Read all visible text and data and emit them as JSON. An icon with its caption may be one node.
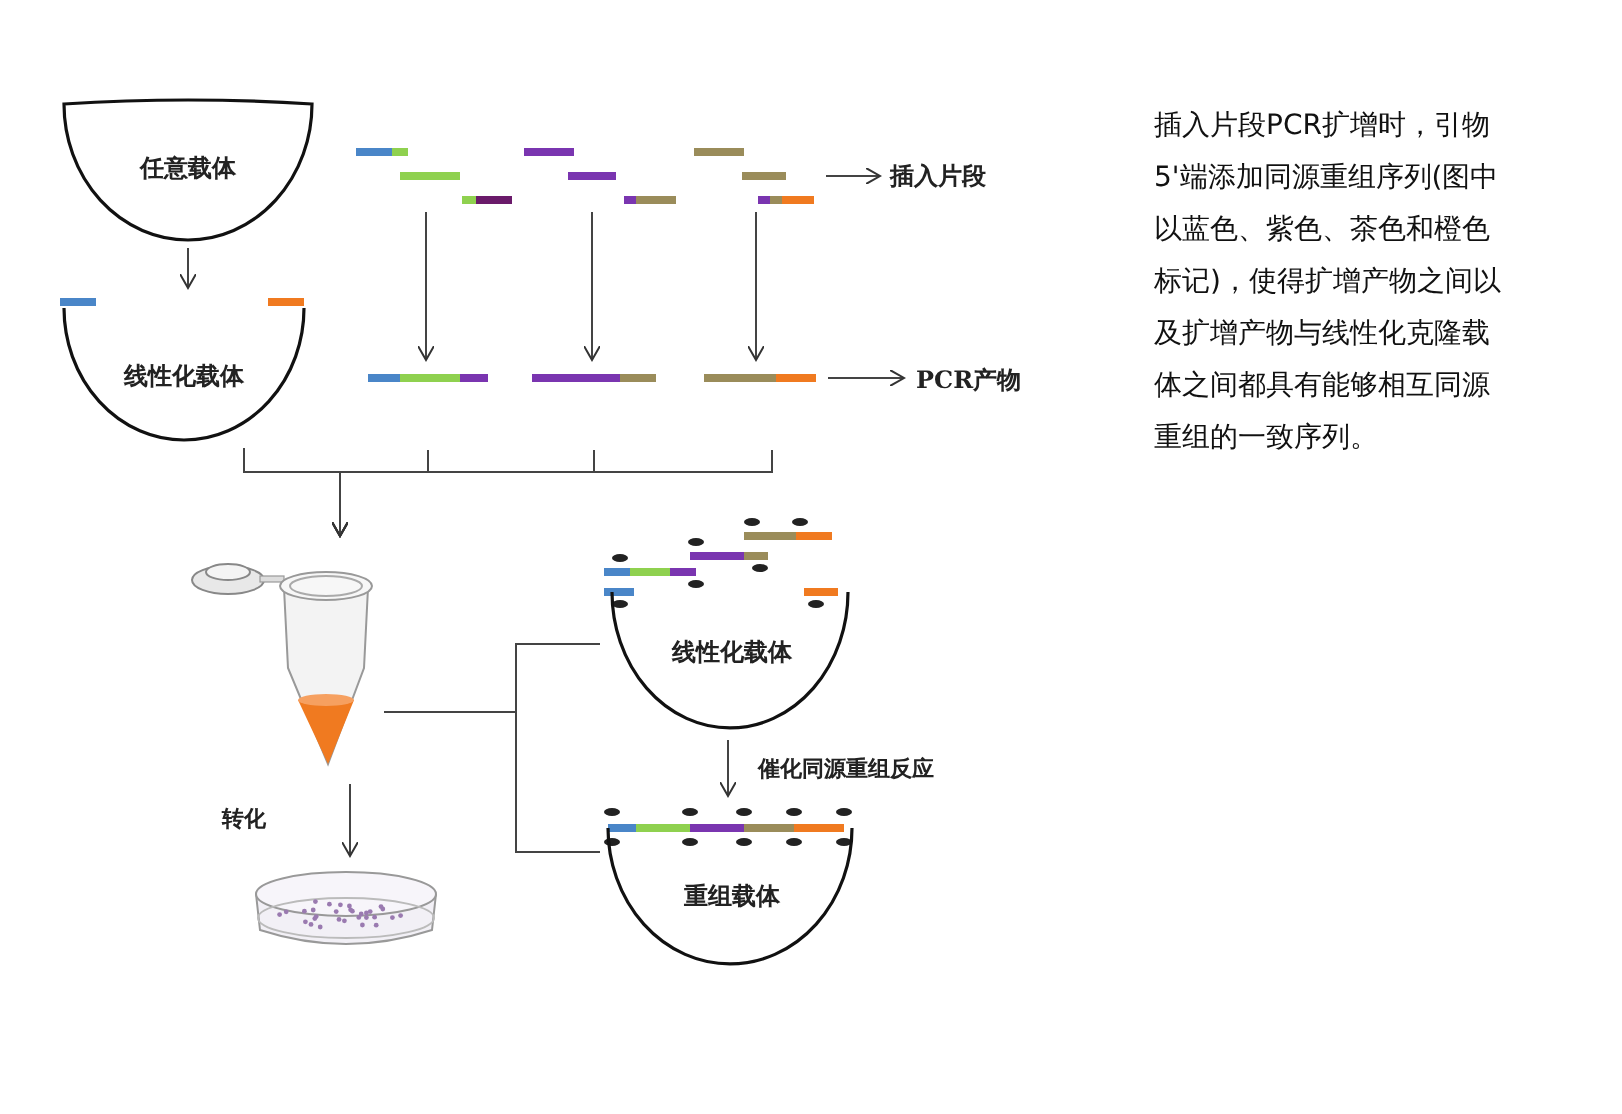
{
  "diagram": {
    "nodes": [
      {
        "text": [
          "任意载体"
        ]
      },
      {
        "text": [
          "线性化载体"
        ]
      },
      {
        "text": [],
        "shape": "picture"
      },
      {
        "text": [],
        "shape": "picture"
      },
      {
        "text": [],
        "shape": "picture"
      },
      {
        "text": [
          "插入片段"
        ]
      },
      {
        "text": [],
        "shape": "bar"
      },
      {
        "text": [],
        "shape": "bar"
      },
      {
        "text": [],
        "shape": "bar"
      },
      {
        "text": [
          "PCR产物"
        ]
      },
      {
        "text": [],
        "shape": "picture"
      },
      {
        "text": [],
        "shape": "picture"
      },
      {
        "text": [
          "线性化载体"
        ]
      },
      {
        "text": [
          "重组载体"
        ]
      }
    ],
    "edges": [
      {
        "from": 0,
        "to": 1,
        "arrow": "to"
      },
      {
        "from": 2,
        "to": 6,
        "arrow": "to"
      },
      {
        "from": 3,
        "to": 7,
        "arrow": "to"
      },
      {
        "from": 4,
        "to": 8,
        "arrow": "to"
      },
      {
        "from": 4,
        "to": 5,
        "arrow": "to"
      },
      {
        "from": 8,
        "to": 9,
        "arrow": "to"
      },
      {
        "from": 1,
        "to": 10,
        "arrow": "to"
      },
      {
        "from": 6,
        "to": 10,
        "arrow": "to"
      },
      {
        "from": 7,
        "to": 10,
        "arrow": "to"
      },
      {
        "from": 8,
        "to": 10,
        "arrow": "to"
      },
      {
        "from": 10,
        "to": 11,
        "label": "转化",
        "arrow": "to"
      },
      {
        "from": 10,
        "to": 12,
        "arrow": "none"
      },
      {
        "from": 10,
        "to": 13,
        "arrow": "none"
      },
      {
        "from": 12,
        "to": 13,
        "label": "催化同源重组反应",
        "arrow": "to"
      }
    ],
    "labels": [
      "插入片段PCR扩增时，引物5'端添加同源重组序列(图中以蓝色、紫色、茶色和橙色标记)，使得扩增产物之间以及扩增产物与线性化克隆载体之间都具有能够相互同源重组的一致序列。"
    ]
  }
}
